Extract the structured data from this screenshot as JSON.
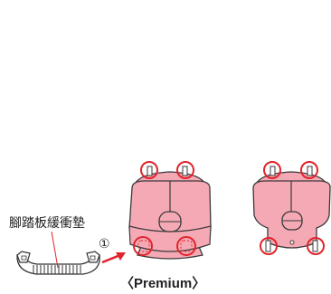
{
  "labels": {
    "footrest_pad": "腳踏板緩衝墊",
    "step_marker": "①",
    "model_caption": "〈Premium〉"
  },
  "colors": {
    "body_fill": "#f4a9b5",
    "body_stroke": "#3a3a3a",
    "highlight_circle": "#e0242c",
    "arrow": "#e0242c",
    "dashed_marker": "#e0242c",
    "pad_fill": "#ffffff",
    "line": "#333333"
  },
  "icons": {
    "arrow": "red-right-arrow-icon",
    "highlight": "red-circle-highlight-icon"
  }
}
